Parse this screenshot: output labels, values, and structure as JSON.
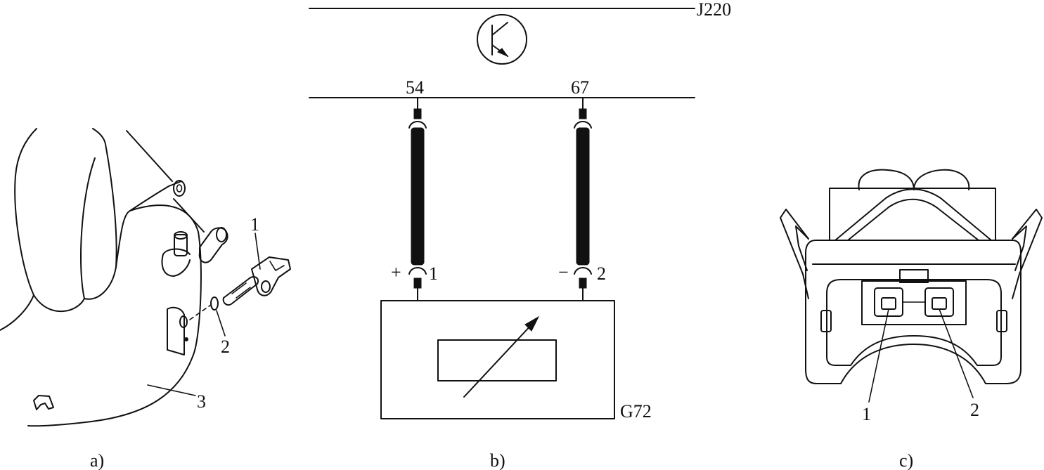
{
  "panel_a": {
    "caption": "a)",
    "callouts": [
      "1",
      "2",
      "3"
    ]
  },
  "panel_b": {
    "caption": "b)",
    "ecu_label": "J220",
    "sensor_label": "G72",
    "pin_top_left": "54",
    "pin_top_right": "67",
    "pin_bottom_left": "1",
    "pin_bottom_right": "2",
    "polarity_left": "+",
    "polarity_right": "−"
  },
  "panel_c": {
    "caption": "c)",
    "callouts": [
      "1",
      "2"
    ]
  }
}
